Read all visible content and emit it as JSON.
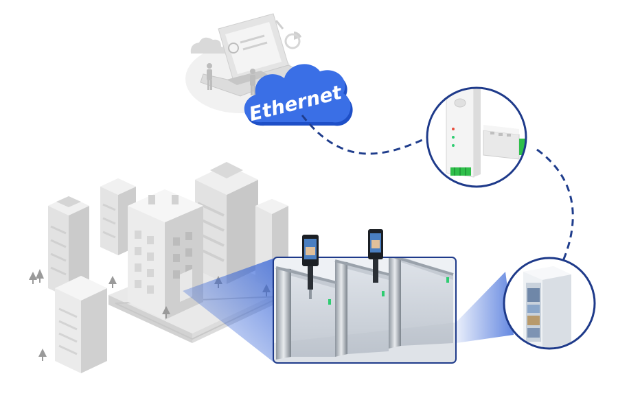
{
  "cloud": {
    "label": "Ethernet"
  },
  "colors": {
    "link": "#1f3d8c",
    "cloud": "#3a6fe6",
    "cloud_dark": "#1e4fc7",
    "frame": "#1e3a8a",
    "beam": "#2f5fd6",
    "building": "#e6e6e6",
    "building_dark": "#c9c9c9"
  },
  "icons": {
    "office": "office-workspace-icon",
    "module": "network-module-device",
    "cabinet": "control-cabinet-device",
    "gates": "turnstile-gates-photo",
    "city": "city-buildings-illustration"
  }
}
